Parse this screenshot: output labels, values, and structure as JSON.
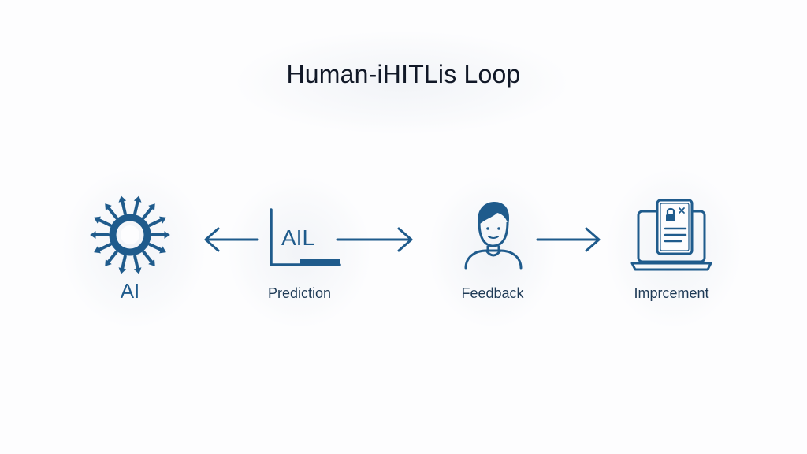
{
  "diagram": {
    "title": "Human-iHITLis Loop",
    "colors": {
      "primary": "#1f5b8c",
      "text": "#111827",
      "label": "#1f3b57"
    },
    "nodes": [
      {
        "id": "ai",
        "icon": "gear-network-icon",
        "label": "AI"
      },
      {
        "id": "prediction",
        "icon": "chart-axis-icon",
        "icon_text": "AIL",
        "label": "Prediction"
      },
      {
        "id": "feedback",
        "icon": "person-icon",
        "label": "Feedback"
      },
      {
        "id": "improvement",
        "icon": "laptop-document-icon",
        "label": "Imprcement"
      }
    ],
    "edges": [
      {
        "from": "prediction",
        "to": "ai",
        "direction": "left"
      },
      {
        "from": "prediction",
        "to": "feedback",
        "direction": "right"
      },
      {
        "from": "feedback",
        "to": "improvement",
        "direction": "right"
      }
    ]
  }
}
